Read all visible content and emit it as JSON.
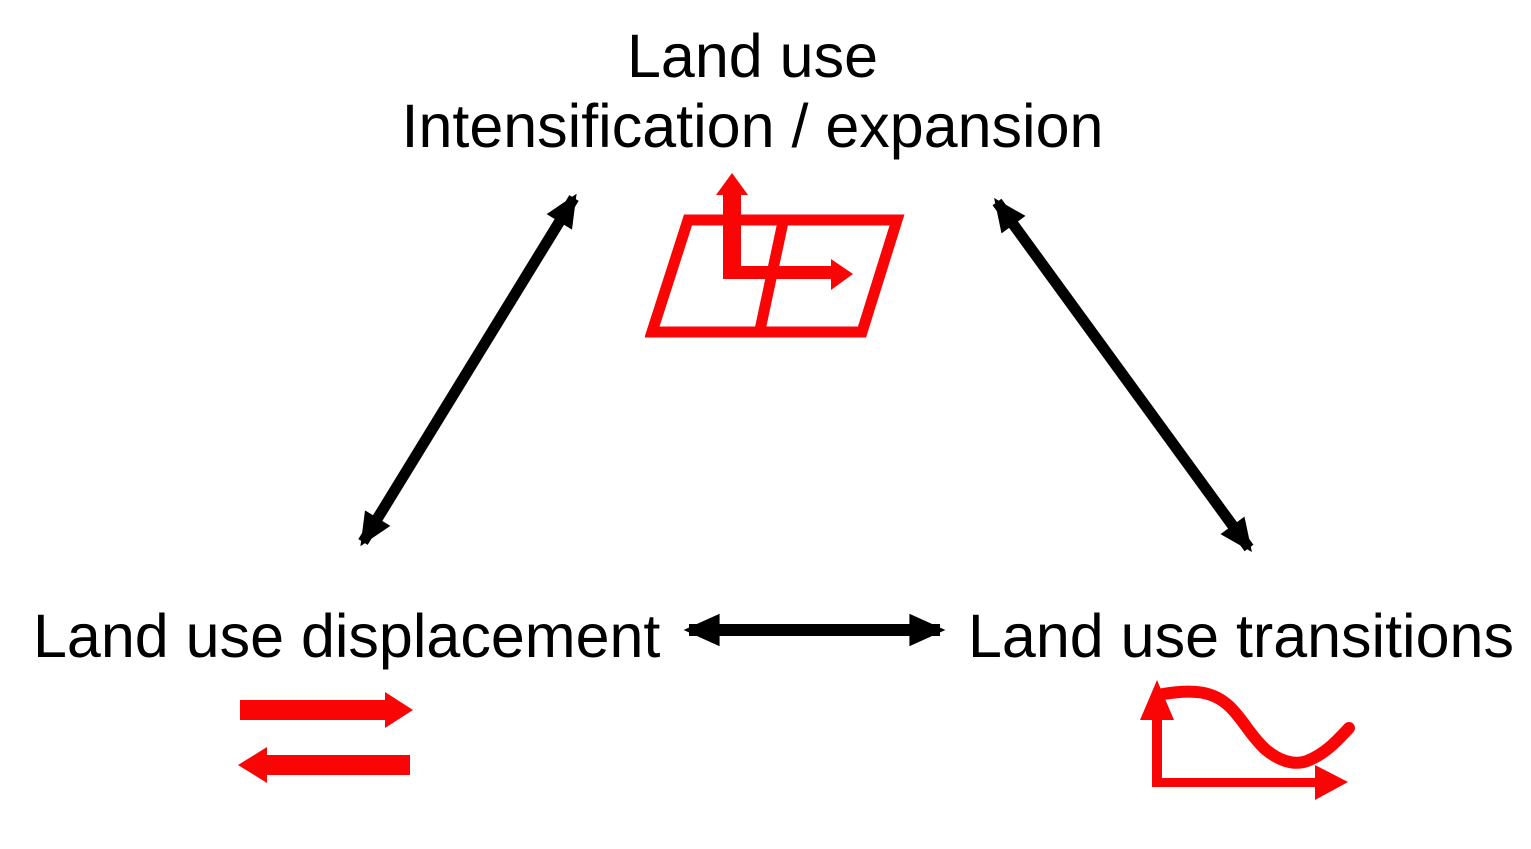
{
  "colors": {
    "accent_red": "#f90505",
    "arrow_black": "#000000",
    "background": "#ffffff"
  },
  "diagram": {
    "type": "concept-triangle",
    "top_node": {
      "line1": "Land use",
      "line2": "Intensification / expansion",
      "icon": "expansion-grid-icon"
    },
    "left_node": {
      "label": "Land use displacement",
      "icon": "displacement-arrows-icon"
    },
    "right_node": {
      "label": "Land use transitions",
      "icon": "transition-curve-icon"
    },
    "edges": [
      {
        "from": "Land use displacement",
        "to": "Land use Intensification / expansion",
        "style": "double-headed-arrow"
      },
      {
        "from": "Land use Intensification / expansion",
        "to": "Land use transitions",
        "style": "double-headed-arrow"
      },
      {
        "from": "Land use displacement",
        "to": "Land use transitions",
        "style": "double-headed-arrow"
      }
    ]
  }
}
